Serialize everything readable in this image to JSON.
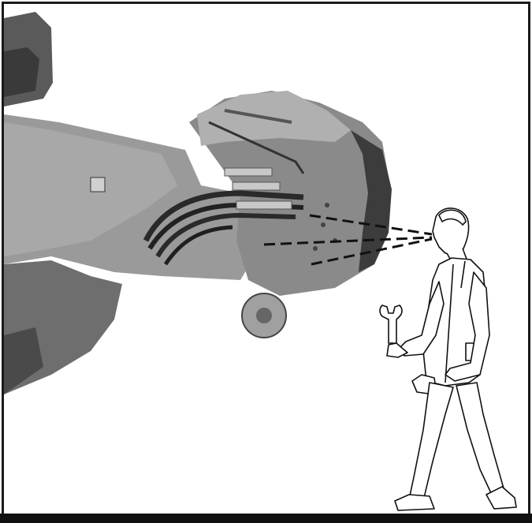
{
  "figure": {
    "background": "#ffffff",
    "machine_tone": "#8c8c8c",
    "outline_color": "#1a1a1a",
    "icons": [
      "machine-photo",
      "technician-figure",
      "wrench-icon",
      "sight-line"
    ]
  }
}
